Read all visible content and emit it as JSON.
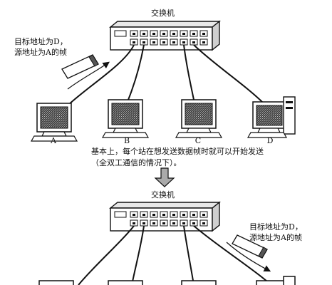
{
  "top": {
    "switch_label": "交换机",
    "frame_label_line1": "目标地址为D，",
    "frame_label_line2": "源地址为A的帧",
    "computers": [
      "A",
      "B",
      "C",
      "D"
    ]
  },
  "caption": {
    "line1": "基本上，每个站在想发送数据帧时就可以开始发送",
    "line2": "（全双工通信的情况下）。"
  },
  "bottom": {
    "switch_label": "交换机",
    "frame_label_line1": "目标地址为D，",
    "frame_label_line2": "源地址为A的帧"
  }
}
